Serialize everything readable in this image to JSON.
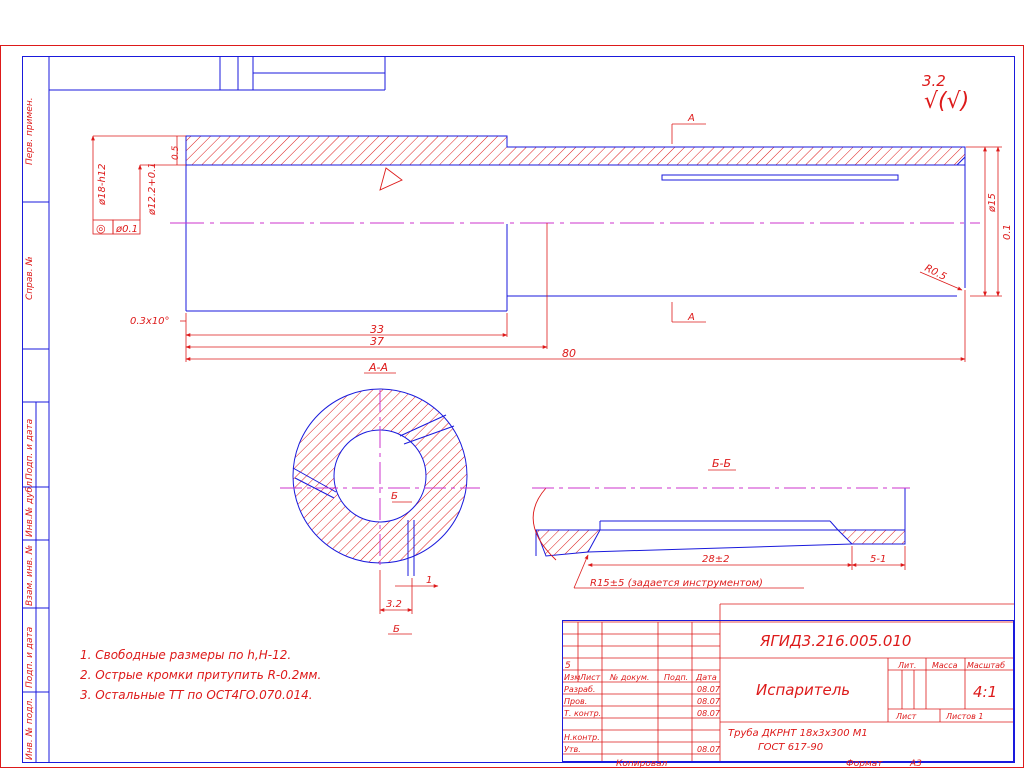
{
  "roughness": {
    "value": "3.2",
    "rest_symbol": "√(√)"
  },
  "section_marks": {
    "a": "A",
    "a_title": "A-A",
    "b": "Б",
    "b_title": "Б-Б"
  },
  "dimensions": {
    "d18": "ø18-h12",
    "d122": "ø12.2+0.1",
    "chamfer": "0.3x10°",
    "len33": "33",
    "len37": "37",
    "len80": "80",
    "d15": "ø15",
    "tol_01": "0.1",
    "r05": "R0.5",
    "wall": "0.5",
    "concentricity_symbol": "◎",
    "concentricity_value": "ø0.1",
    "dim_32": "3.2",
    "dim_1": "1",
    "dim_28": "28±2",
    "dim_5": "5-1",
    "r15": "R15±5 (задается инструментом)"
  },
  "notes": [
    "1. Свободные размеры по h,H-12.",
    "2. Острые кромки притупить R-0.2мм.",
    "3. Остальные ТТ по ОСТ4ГО.070.014."
  ],
  "side_stamp": [
    "Перв. примен.",
    "Справ. №",
    "Подп. и дата",
    "Инв.№ дубл.",
    "Взам. инв. №",
    "Подп. и дата",
    "Инв. № подл."
  ],
  "title_block": {
    "doc_number": "ЯГИД3.216.005.010",
    "name": "Испаритель",
    "material_line1": "Труба ДКРНТ 18x3x300 М1",
    "material_line2": "ГОСТ 617-90",
    "change_number": "5",
    "col_headers": [
      "Изм",
      "Лист",
      "№ докум.",
      "Подп.",
      "Дата"
    ],
    "roles": [
      {
        "role": "Разраб.",
        "date": "08.07"
      },
      {
        "role": "Пров.",
        "date": "08.07"
      },
      {
        "role": "Т. контр.",
        "date": "08.07"
      },
      {
        "role": "",
        "date": ""
      },
      {
        "role": "Н.контр.",
        "date": ""
      },
      {
        "role": "Утв.",
        "date": "08.07"
      }
    ],
    "lit_label": "Лит.",
    "mass_label": "Масса",
    "scale_label": "Масштаб",
    "scale_value": "4:1",
    "sheet_label": "Лист",
    "sheets_label": "Листов 1"
  },
  "footer": {
    "copied": "Копировал",
    "format_label": "Формат",
    "format_value": "А3"
  },
  "colors": {
    "outline": "#1a1adc",
    "dimension": "#dd1a1a",
    "centerline": "#cc33cc",
    "hatch": "#dd1a1a"
  }
}
